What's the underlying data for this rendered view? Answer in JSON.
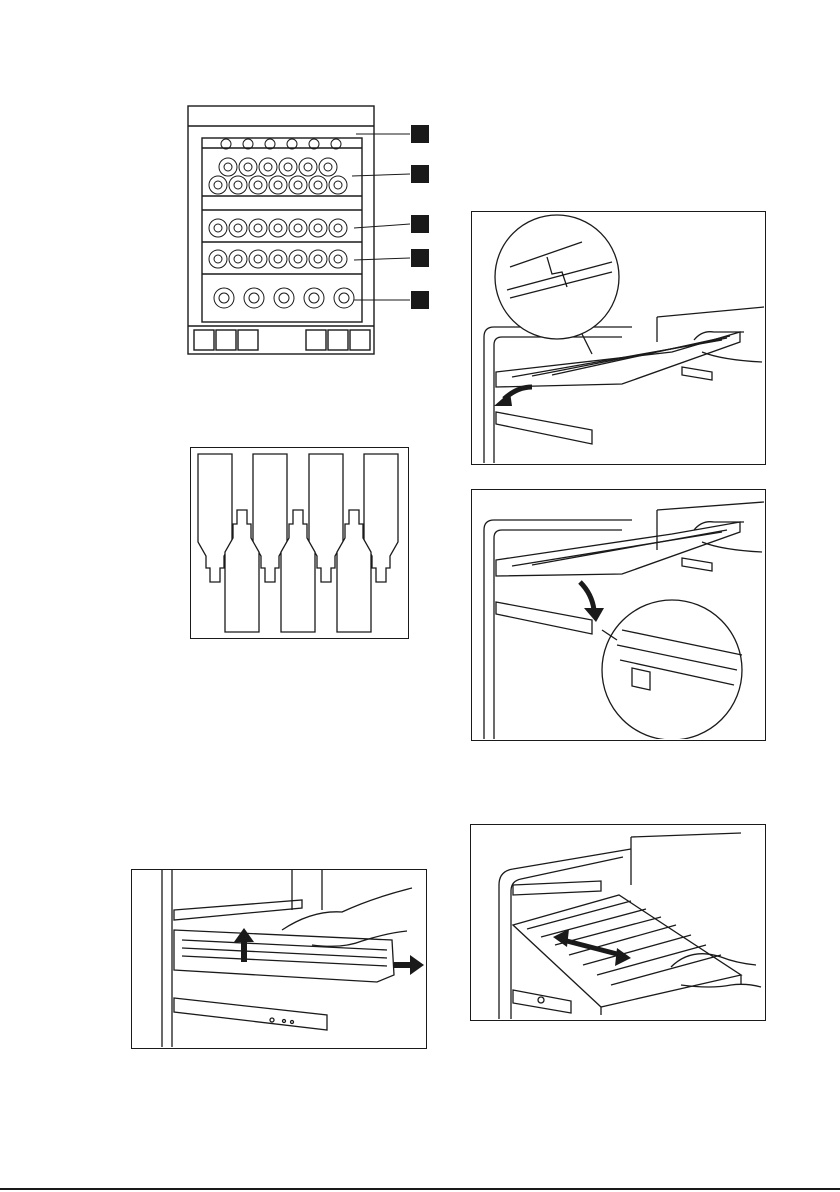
{
  "page": {
    "figures": [
      {
        "id": "cabinet-overview",
        "callout_markers": 5
      },
      {
        "id": "bottle-layout",
        "bottles_shown": 7
      },
      {
        "id": "shelf-remove-step1",
        "arrow": "curved-down-left"
      },
      {
        "id": "shelf-remove-step2",
        "arrow": "curved-down-right"
      },
      {
        "id": "shelf-lift-out",
        "arrows": [
          "up",
          "right"
        ]
      },
      {
        "id": "shelf-slide",
        "arrow": "double-horizontal"
      }
    ]
  },
  "colors": {
    "ink": "#1a1a1a",
    "marker": "#1a1a1a",
    "paper": "#ffffff"
  }
}
